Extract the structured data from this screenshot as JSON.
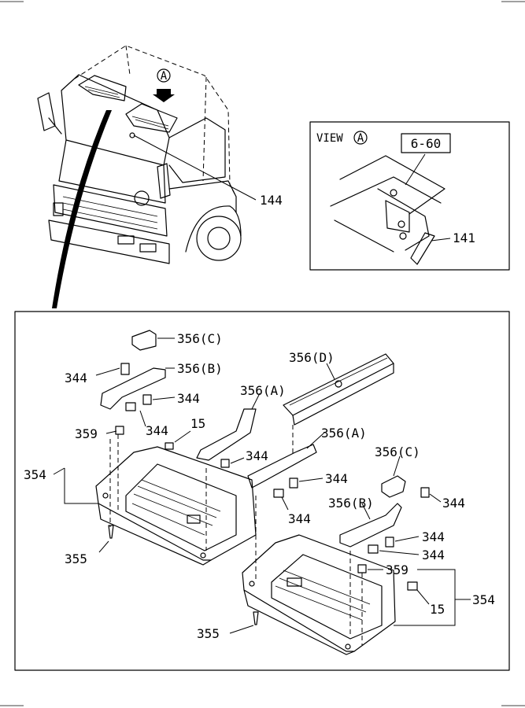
{
  "view_box": {
    "title": "VIEW",
    "ref_in_title": "A",
    "ref_code": "6-60",
    "part": "141"
  },
  "overview": {
    "arrow_ref": "A",
    "part": "144"
  },
  "callouts": [
    {
      "text": "356(C)"
    },
    {
      "text": "356(B)"
    },
    {
      "text": "344"
    },
    {
      "text": "344"
    },
    {
      "text": "356(D)"
    },
    {
      "text": "356(A)"
    },
    {
      "text": "359"
    },
    {
      "text": "344"
    },
    {
      "text": "15"
    },
    {
      "text": "354"
    },
    {
      "text": "344"
    },
    {
      "text": "356(A)"
    },
    {
      "text": "344"
    },
    {
      "text": "356(C)"
    },
    {
      "text": "344"
    },
    {
      "text": "344"
    },
    {
      "text": "356(B)"
    },
    {
      "text": "344"
    },
    {
      "text": "344"
    },
    {
      "text": "355"
    },
    {
      "text": "359"
    },
    {
      "text": "15"
    },
    {
      "text": "354"
    },
    {
      "text": "355"
    }
  ]
}
